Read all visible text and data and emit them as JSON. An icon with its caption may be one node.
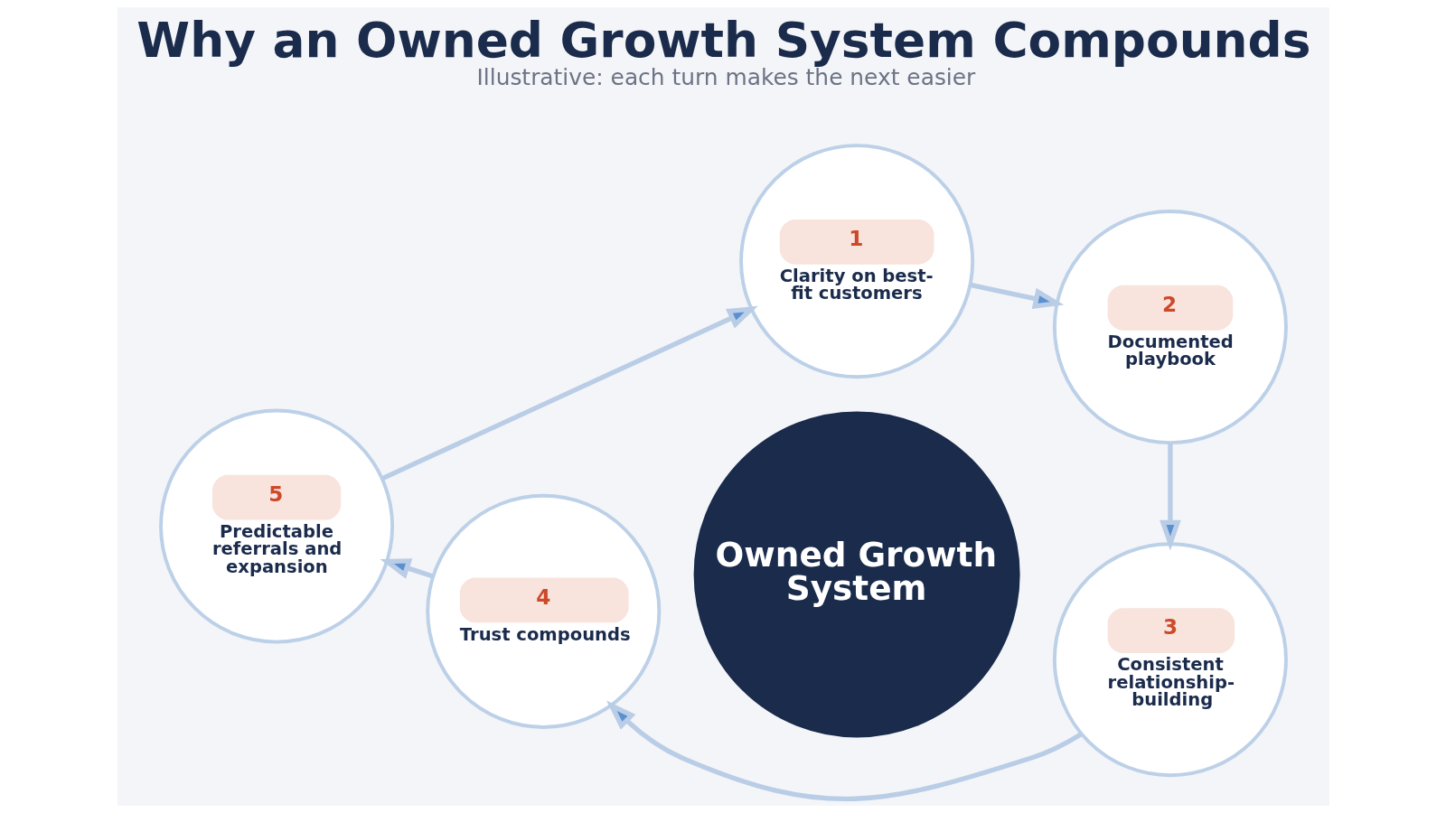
{
  "diagram": {
    "title": "Why an Owned Growth System Compounds",
    "caption": "Illustrative: each turn makes the next easier",
    "nodes": [
      {
        "text": [
          "1",
          "Clarity on best-fit customers"
        ]
      },
      {
        "text": [
          "2",
          "Documented playbook"
        ]
      },
      {
        "text": [
          "3",
          "Consistent relationship-building"
        ]
      },
      {
        "text": [
          "4",
          "Trust compounds"
        ]
      },
      {
        "text": [
          "5",
          "Predictable referrals and expansion"
        ]
      },
      {
        "text": [
          "Owned Growth System"
        ]
      }
    ],
    "edges": [
      {
        "from": 0,
        "to": 1,
        "arrow": "to"
      },
      {
        "from": 1,
        "to": 2,
        "arrow": "to"
      },
      {
        "from": 2,
        "to": 3,
        "arrow": "to"
      },
      {
        "from": 3,
        "to": 4,
        "arrow": "to"
      },
      {
        "from": 4,
        "to": 0,
        "arrow": "to"
      }
    ]
  }
}
